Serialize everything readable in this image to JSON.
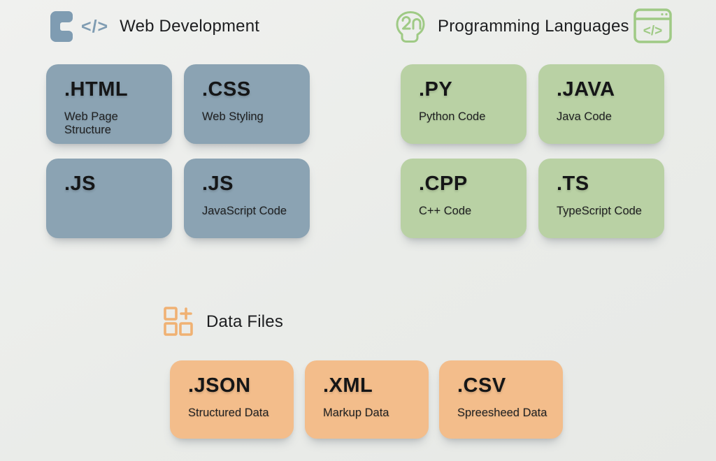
{
  "glyphs": {
    "code": "</>"
  },
  "colors": {
    "background": "#EAECE9",
    "web_card": "#8BA3B3",
    "lang_card": "#B9D1A4",
    "data_card": "#F3BD8B",
    "web_icon_accent": "#7F9CB2",
    "lang_icon_accent": "#9FCA85",
    "data_icon_accent": "#F0B173",
    "heading_text": "#1D1E20",
    "card_text": "#151617"
  },
  "icons": {
    "web": "code-bracket-icon",
    "lang_left": "ai-head-icon",
    "lang_right": "browser-code-icon",
    "data": "grid-plus-icon"
  },
  "sections": [
    {
      "title": "Web Development",
      "cards": [
        {
          "ext": ".HTML",
          "desc": "Web Page Structure"
        },
        {
          "ext": ".CSS",
          "desc": "Web Styling"
        },
        {
          "ext": ".JS",
          "desc": ""
        },
        {
          "ext": ".JS",
          "desc": "JavaScript Code"
        }
      ]
    },
    {
      "title": "Programming Languages",
      "cards": [
        {
          "ext": ".PY",
          "desc": "Python Code"
        },
        {
          "ext": ".JAVA",
          "desc": "Java Code"
        },
        {
          "ext": ".CPP",
          "desc": "C++ Code"
        },
        {
          "ext": ".TS",
          "desc": "TypeScript Code"
        }
      ]
    },
    {
      "title": "Data Files",
      "cards": [
        {
          "ext": ".JSON",
          "desc": "Structured Data"
        },
        {
          "ext": ".XML",
          "desc": "Markup Data"
        },
        {
          "ext": ".CSV",
          "desc": "Spreesheed Data"
        }
      ]
    }
  ]
}
